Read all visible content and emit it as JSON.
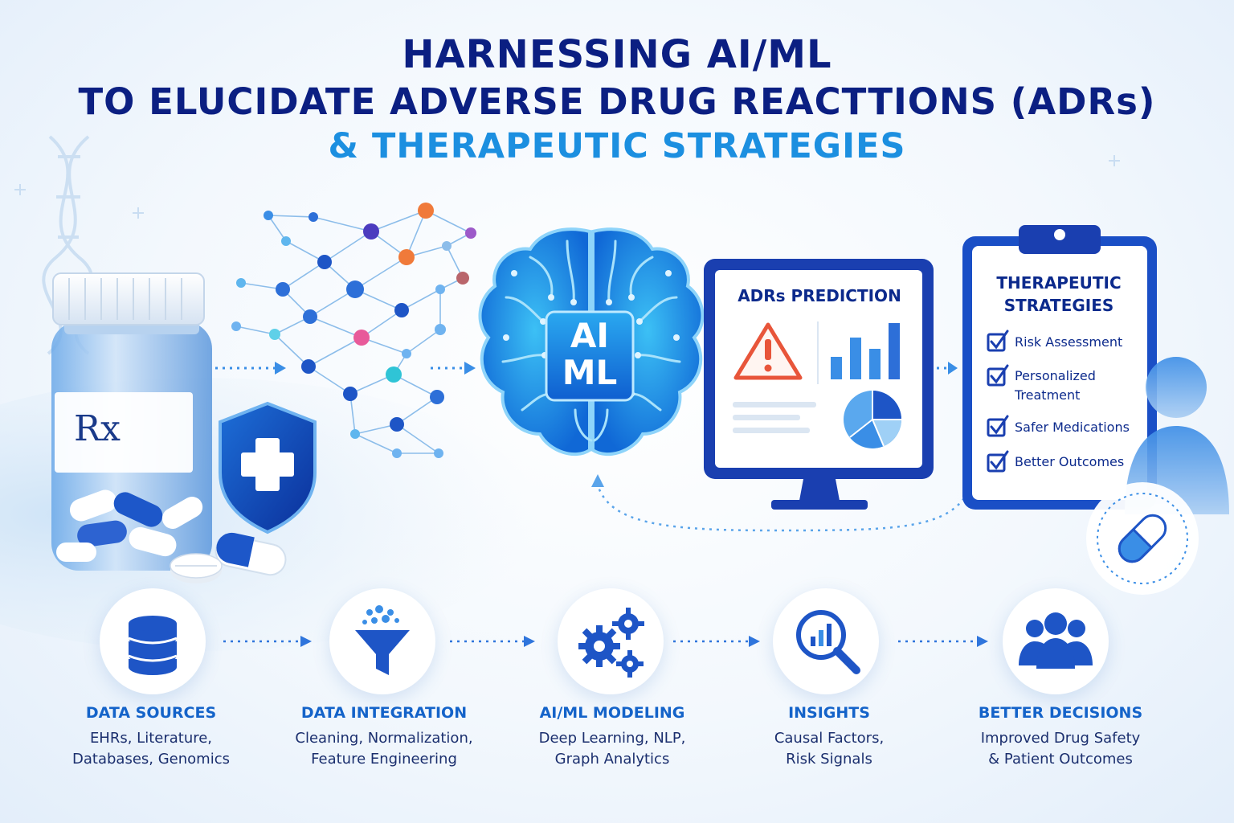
{
  "title": {
    "line1": "HARNESSING AI/ML",
    "line2": "TO ELUCIDATE ADVERSE DRUG REACTTIONS (ADRs)",
    "line3": "& THERAPEUTIC STRATEGIES"
  },
  "bottle": {
    "label": "Rx"
  },
  "brain": {
    "line1": "AI",
    "line2": "ML"
  },
  "monitor": {
    "title": "ADRs PREDICTION"
  },
  "clipboard": {
    "title_line1": "THERAPEUTIC",
    "title_line2": "STRATEGIES",
    "items": [
      {
        "label": "Risk Assessment"
      },
      {
        "label": "Personalized Treatment"
      },
      {
        "label": "Safer Medications"
      },
      {
        "label": "Better Outcomes"
      }
    ]
  },
  "steps": [
    {
      "icon": "database-icon",
      "title": "DATA SOURCES",
      "desc1": "EHRs, Literature,",
      "desc2": "Databases, Genomics"
    },
    {
      "icon": "funnel-icon",
      "title": "DATA INTEGRATION",
      "desc1": "Cleaning, Normalization,",
      "desc2": "Feature Engineering"
    },
    {
      "icon": "gears-icon",
      "title": "AI/ML MODELING",
      "desc1": "Deep Learning, NLP,",
      "desc2": "Graph Analytics"
    },
    {
      "icon": "magnifier-chart-icon",
      "title": "INSIGHTS",
      "desc1": "Causal Factors,",
      "desc2": "Risk Signals"
    },
    {
      "icon": "people-icon",
      "title": "BETTER DECISIONS",
      "desc1": "Improved Drug Safety",
      "desc2": "& Patient Outcomes"
    }
  ],
  "colors": {
    "navy": "#0b1f82",
    "accent": "#1c8fe0",
    "primary": "#1463c9",
    "warning": "#e8553a"
  }
}
